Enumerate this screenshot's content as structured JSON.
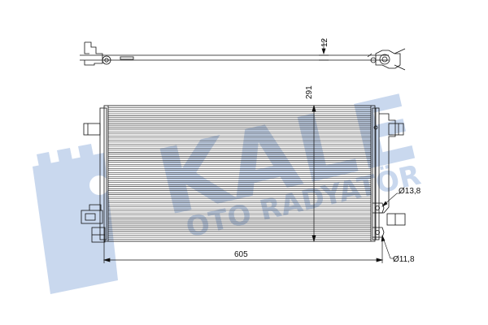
{
  "watermark": {
    "brand": "KALE",
    "subtitle": "OTO RADYATÖR",
    "color": "#c9d8ee"
  },
  "drawing": {
    "line_color": "#111111",
    "fin_count": 66
  },
  "dimensions": {
    "top_thickness": "12",
    "height": "291",
    "width": "605",
    "inlet_diameter": "Ø13,8",
    "outlet_diameter": "Ø11,8"
  }
}
